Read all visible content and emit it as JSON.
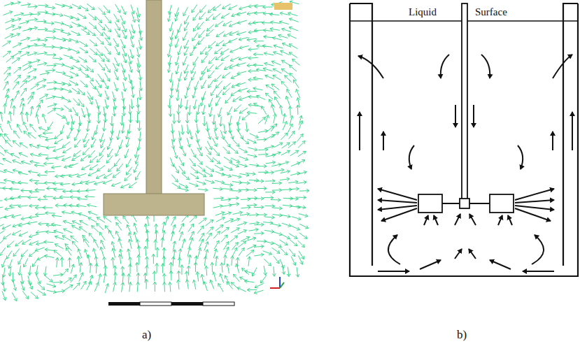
{
  "diagram": {
    "labels": [
      "Liquid",
      "Surface",
      "a)",
      "b)"
    ]
  }
}
